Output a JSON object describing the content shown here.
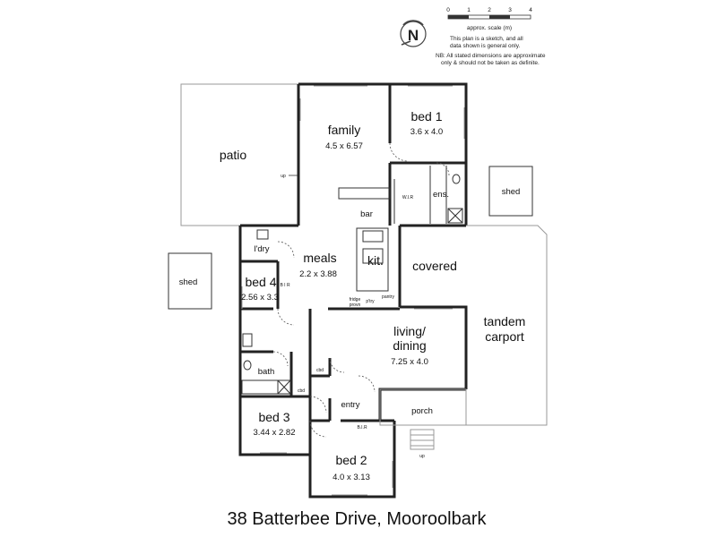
{
  "compass": {
    "letter": "N"
  },
  "scale": {
    "ticks": [
      "0",
      "1",
      "2",
      "3",
      "4"
    ],
    "label": "approx. scale (m)",
    "note_1": "This plan is a sketch, and all",
    "note_2": "data shown is general only.",
    "disclaimer_1": "NB: All stated dimensions are approximate",
    "disclaimer_2": "only & should not be taken as definite."
  },
  "rooms": {
    "patio": {
      "name": "patio"
    },
    "family": {
      "name": "family",
      "dim": "4.5 x 6.57"
    },
    "bed1": {
      "name": "bed 1",
      "dim": "3.6 x 4.0"
    },
    "meals": {
      "name": "meals",
      "dim": "2.2 x 3.88"
    },
    "kitchen": {
      "name": "kit."
    },
    "covered": {
      "name": "covered"
    },
    "carport": {
      "name_1": "tandem",
      "name_2": "carport"
    },
    "bed4": {
      "name": "bed 4",
      "dim": "2.56 x 3.3"
    },
    "living": {
      "name_1": "living/",
      "name_2": "dining",
      "dim": "7.25 x 4.0"
    },
    "bath": {
      "name": "bath"
    },
    "bed3": {
      "name": "bed 3",
      "dim": "3.44 x 2.82"
    },
    "bed2": {
      "name": "bed 2",
      "dim": "4.0 x 3.13"
    },
    "entry": {
      "name": "entry"
    },
    "porch": {
      "name": "porch"
    },
    "shed_right": {
      "name": "shed"
    },
    "shed_left": {
      "name": "shed"
    }
  },
  "labels": {
    "wir": "W.I.R",
    "ens": "ens.",
    "bar": "bar",
    "laundry": "l'dry",
    "bir_bed4": "B I R",
    "bir_bed2": "B.I.R",
    "pantry": "pantry",
    "pantry_short": "p'try",
    "fridge_1": "fridge",
    "fridge_2": "provn",
    "cbd_living": "cbd",
    "cbd_bath": "cbd",
    "up_patio": "up",
    "up_porch": "up"
  },
  "address": "38 Batterbee Drive, Mooroolbark"
}
